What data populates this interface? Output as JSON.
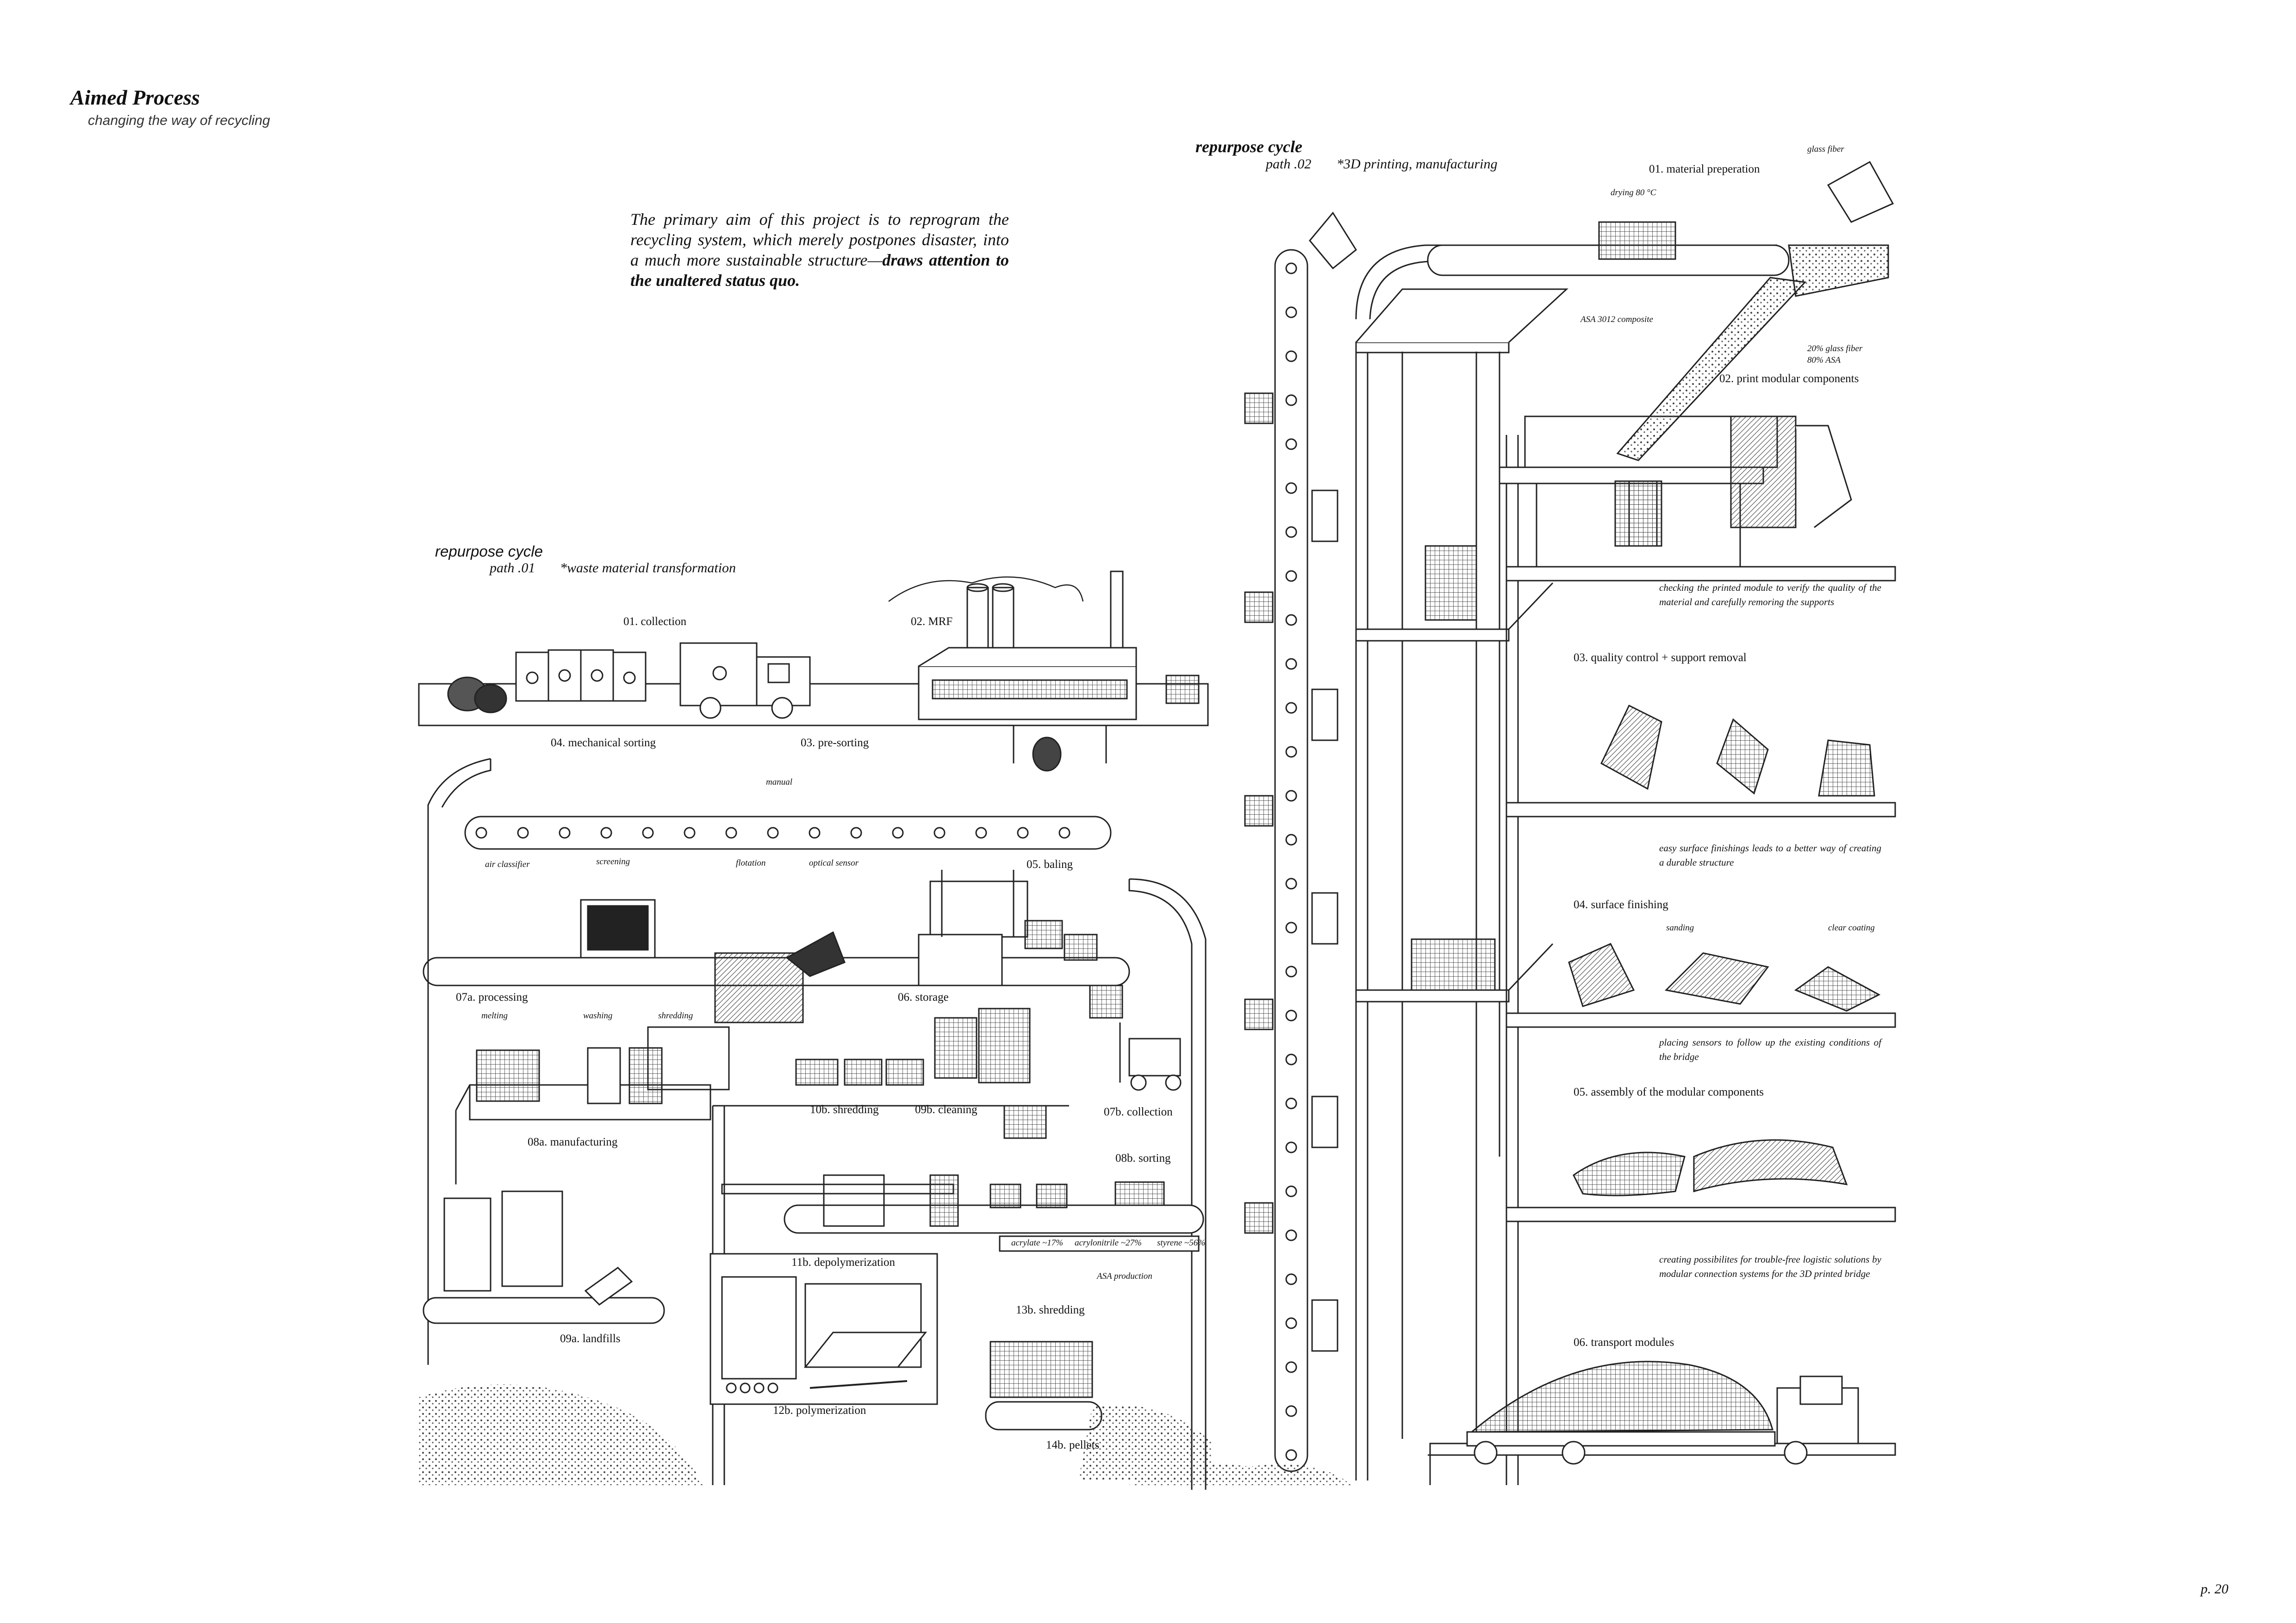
{
  "header": {
    "title": "Aimed Process",
    "subtitle": "changing the way of recycling"
  },
  "intro": {
    "text": "The primary aim of this project is to reprogram the recycling system, which merely postpones disaster, into a much more sustainable structure—",
    "emphasis": "draws attention to the unaltered status quo."
  },
  "path01": {
    "heading": "repurpose cycle",
    "path": "path .01",
    "note": "*waste material transformation",
    "steps": {
      "collection": "01. collection",
      "mrf": "02. MRF",
      "pre_sorting": "03. pre-sorting",
      "mechanical_sorting": "04. mechanical sorting",
      "manual": "manual",
      "air_classifier": "air classifier",
      "screening": "screening",
      "flotation": "flotation",
      "optical_sensor": "optical sensor",
      "baling": "05. baling",
      "storage": "06. storage",
      "processing": "07a. processing",
      "melting": "melting",
      "washing": "washing",
      "shredding": "shredding",
      "manufacturing": "08a. manufacturing",
      "landfills": "09a. landfills",
      "shredding_10b": "10b. shredding",
      "cleaning_09b": "09b. cleaning",
      "collection_07b": "07b. collection",
      "sorting_08b": "08b. sorting",
      "acrylate": "acrylate ~17%",
      "acrylonitrile": "acrylonitrile ~27%",
      "styrene": "styrene ~56%",
      "asa_production": "ASA production",
      "depolymerization": "11b. depolymerization",
      "polymerization": "12b. polymerization",
      "shredding_13b": "13b. shredding",
      "pellets": "14b. pellets"
    }
  },
  "path02": {
    "heading": "repurpose cycle",
    "path": "path .02",
    "note": "*3D printing, manufacturing",
    "steps": {
      "material_prep": "01. material preperation",
      "glass_fiber": "glass fiber",
      "drying": "drying 80 °C",
      "asa_composite": "ASA 3012 composite",
      "mix_a": "20% glass fiber",
      "mix_b": "80% ASA",
      "print": "02. print modular components",
      "qc_desc": "checking the printed module to verify the quality of the material and carefully remoring the supports",
      "qc": "03. quality control + support removal",
      "finish_desc": "easy surface finishings leads to a better way of creating a durable structure",
      "finish": "04. surface finishing",
      "sanding": "sanding",
      "clear_coating": "clear coating",
      "assembly_desc": "placing sensors to follow up the existing conditions of the bridge",
      "assembly": "05. assembly of the modular components",
      "transport_desc": "creating possibilites for trouble-free logistic solutions by modular connection systems for the 3D printed bridge",
      "transport": "06. transport modules"
    }
  },
  "footer": {
    "page": "p. 20"
  }
}
